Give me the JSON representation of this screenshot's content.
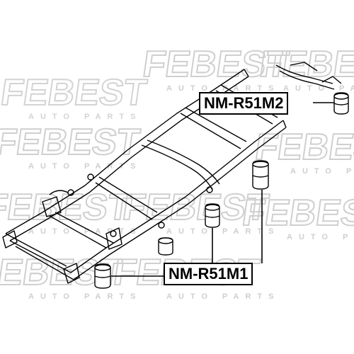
{
  "labels": {
    "part_upper": "NM-R51M2",
    "part_lower": "NM-R51M1"
  },
  "watermark": {
    "brand": "FEBEST",
    "tagline": "AUTO PARTS"
  },
  "colors": {
    "line": "#000000",
    "watermark": "#d9d9d9",
    "background": "#ffffff"
  }
}
